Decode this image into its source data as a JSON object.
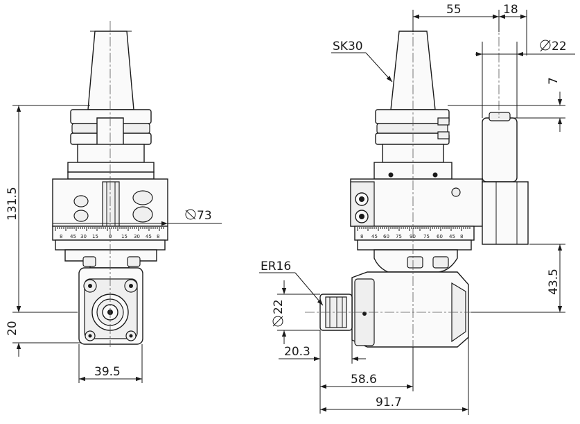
{
  "dimensions": {
    "d131_5": "131.5",
    "d20": "20",
    "d39_5": "39.5",
    "d73": "73",
    "d55": "55",
    "d18": "18",
    "d22_top": "22",
    "d7": "7",
    "d43_5": "43.5",
    "d22_side": "22",
    "d20_3": "20.3",
    "d58_6": "58.6",
    "d91_7": "91.7"
  },
  "labels": {
    "sk30": "SK30",
    "er16": "ER16"
  },
  "scale_front": [
    "8",
    "45",
    "30",
    "15",
    "0",
    "15",
    "30",
    "45",
    "8"
  ],
  "scale_side": [
    "8",
    "45",
    "60",
    "75",
    "90",
    "75",
    "60",
    "45",
    "8"
  ]
}
